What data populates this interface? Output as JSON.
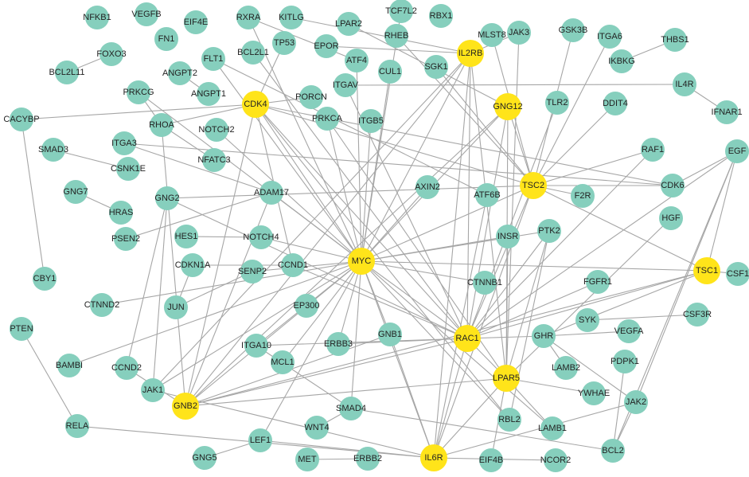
{
  "colors": {
    "normal_node": "#86cfbd",
    "hub_node": "#ffe41a",
    "edge": "#a6a6a6",
    "label": "#222222"
  },
  "nodes": [
    {
      "id": "NFKB1",
      "hub": false
    },
    {
      "id": "VEGFB",
      "hub": false
    },
    {
      "id": "EIF4E",
      "hub": false
    },
    {
      "id": "RXRA",
      "hub": false
    },
    {
      "id": "KITLG",
      "hub": false
    },
    {
      "id": "LPAR2",
      "hub": false
    },
    {
      "id": "TCF7L2",
      "hub": false
    },
    {
      "id": "RBX1",
      "hub": false
    },
    {
      "id": "FN1",
      "hub": false
    },
    {
      "id": "FOXO3",
      "hub": false
    },
    {
      "id": "BCL2L11",
      "hub": false
    },
    {
      "id": "TP53",
      "hub": false
    },
    {
      "id": "BCL2L1",
      "hub": false
    },
    {
      "id": "EPOR",
      "hub": false
    },
    {
      "id": "RHEB",
      "hub": false
    },
    {
      "id": "MLST8",
      "hub": false
    },
    {
      "id": "JAK3",
      "hub": false
    },
    {
      "id": "GSK3B",
      "hub": false
    },
    {
      "id": "ITGA6",
      "hub": false
    },
    {
      "id": "THBS1",
      "hub": false
    },
    {
      "id": "IL2RB",
      "hub": true
    },
    {
      "id": "ANGPT2",
      "hub": false
    },
    {
      "id": "FLT1",
      "hub": false
    },
    {
      "id": "ATF4",
      "hub": false
    },
    {
      "id": "CUL1",
      "hub": false
    },
    {
      "id": "SGK1",
      "hub": false
    },
    {
      "id": "IKBKG",
      "hub": false
    },
    {
      "id": "PRKCG",
      "hub": false
    },
    {
      "id": "ANGPT1",
      "hub": false
    },
    {
      "id": "CDK4",
      "hub": true
    },
    {
      "id": "PORCN",
      "hub": false
    },
    {
      "id": "ITGAV",
      "hub": false
    },
    {
      "id": "GNG12",
      "hub": true
    },
    {
      "id": "IL4R",
      "hub": false
    },
    {
      "id": "DDIT4",
      "hub": false
    },
    {
      "id": "TLR2",
      "hub": false
    },
    {
      "id": "IFNAR1",
      "hub": false
    },
    {
      "id": "CACYBP",
      "hub": false
    },
    {
      "id": "RHOA",
      "hub": false
    },
    {
      "id": "NOTCH2",
      "hub": false
    },
    {
      "id": "PRKCA",
      "hub": false
    },
    {
      "id": "ITGB5",
      "hub": false
    },
    {
      "id": "SMAD3",
      "hub": false
    },
    {
      "id": "CSNK1E",
      "hub": false
    },
    {
      "id": "ITGA3",
      "hub": false
    },
    {
      "id": "NFATC3",
      "hub": false
    },
    {
      "id": "RAF1",
      "hub": false
    },
    {
      "id": "EGF",
      "hub": false
    },
    {
      "id": "GNG7",
      "hub": false
    },
    {
      "id": "GNG2",
      "hub": false
    },
    {
      "id": "ADAM17",
      "hub": false
    },
    {
      "id": "AXIN2",
      "hub": false
    },
    {
      "id": "TSC2",
      "hub": true
    },
    {
      "id": "ATF6B",
      "hub": false
    },
    {
      "id": "F2R",
      "hub": false
    },
    {
      "id": "CDK6",
      "hub": false
    },
    {
      "id": "HRAS",
      "hub": false
    },
    {
      "id": "HGF",
      "hub": false
    },
    {
      "id": "PSEN2",
      "hub": false
    },
    {
      "id": "HES1",
      "hub": false
    },
    {
      "id": "NOTCH4",
      "hub": false
    },
    {
      "id": "PTK2",
      "hub": false
    },
    {
      "id": "INSR",
      "hub": false
    },
    {
      "id": "CDKN1A",
      "hub": false
    },
    {
      "id": "CCND1",
      "hub": false
    },
    {
      "id": "MYC",
      "hub": true
    },
    {
      "id": "SENP2",
      "hub": false
    },
    {
      "id": "TSC1",
      "hub": true
    },
    {
      "id": "CSF1",
      "hub": false
    },
    {
      "id": "CBY1",
      "hub": false
    },
    {
      "id": "CTNNB1",
      "hub": false
    },
    {
      "id": "FGFR1",
      "hub": false
    },
    {
      "id": "CTNND2",
      "hub": false
    },
    {
      "id": "JUN",
      "hub": false
    },
    {
      "id": "EP300",
      "hub": false
    },
    {
      "id": "SYK",
      "hub": false
    },
    {
      "id": "CSF3R",
      "hub": false
    },
    {
      "id": "PTEN",
      "hub": false
    },
    {
      "id": "VEGFA",
      "hub": false
    },
    {
      "id": "GNB1",
      "hub": false
    },
    {
      "id": "RAC1",
      "hub": true
    },
    {
      "id": "GHR",
      "hub": false
    },
    {
      "id": "ITGA10",
      "hub": false
    },
    {
      "id": "ERBB3",
      "hub": false
    },
    {
      "id": "BAMBI",
      "hub": false
    },
    {
      "id": "CCND2",
      "hub": false
    },
    {
      "id": "MCL1",
      "hub": false
    },
    {
      "id": "LAMB2",
      "hub": false
    },
    {
      "id": "PDPK1",
      "hub": false
    },
    {
      "id": "LPAR5",
      "hub": true
    },
    {
      "id": "JAK1",
      "hub": false
    },
    {
      "id": "YWHAE",
      "hub": false
    },
    {
      "id": "GNB2",
      "hub": true
    },
    {
      "id": "SMAD4",
      "hub": false
    },
    {
      "id": "JAK2",
      "hub": false
    },
    {
      "id": "RELA",
      "hub": false
    },
    {
      "id": "RBL2",
      "hub": false
    },
    {
      "id": "LAMB1",
      "hub": false
    },
    {
      "id": "WNT4",
      "hub": false
    },
    {
      "id": "LEF1",
      "hub": false
    },
    {
      "id": "BCL2",
      "hub": false
    },
    {
      "id": "GNG5",
      "hub": false
    },
    {
      "id": "MET",
      "hub": false
    },
    {
      "id": "ERBB2",
      "hub": false
    },
    {
      "id": "IL6R",
      "hub": true
    },
    {
      "id": "EIF4B",
      "hub": false
    },
    {
      "id": "NCOR2",
      "hub": false
    }
  ],
  "edges": [
    [
      "FOXO3",
      "BCL2L11"
    ],
    [
      "CACYBP",
      "CBY1"
    ],
    [
      "PTEN",
      "RELA"
    ],
    [
      "GNG7",
      "HRAS"
    ],
    [
      "SMAD3",
      "CSNK1E"
    ],
    [
      "IFNAR1",
      "IL4R"
    ],
    [
      "THBS1",
      "IKBKG"
    ],
    [
      "CSF1",
      "TSC1"
    ],
    [
      "CSF3R",
      "SYK"
    ],
    [
      "GHR",
      "VEGFA"
    ],
    [
      "RELA",
      "IL6R"
    ],
    [
      "MET",
      "ERBB2"
    ],
    [
      "IL6R",
      "NCOR2"
    ],
    [
      "TP53",
      "CDK4"
    ],
    [
      "CACYBP",
      "CDK4"
    ],
    [
      "ANGPT2",
      "ANGPT1"
    ],
    [
      "RHOA",
      "GNB2"
    ],
    [
      "RHOA",
      "CDK4"
    ],
    [
      "PRKCG",
      "RHOA"
    ],
    [
      "PRKCG",
      "MYC"
    ],
    [
      "ITGA3",
      "ADAM17"
    ],
    [
      "ITGA3",
      "CDK6"
    ],
    [
      "HES1",
      "NOTCH4"
    ],
    [
      "CDKN1A",
      "JUN"
    ],
    [
      "CDKN1A",
      "CCND1"
    ],
    [
      "FLT1",
      "MYC"
    ],
    [
      "FLT1",
      "ATF6B"
    ],
    [
      "KITLG",
      "IL2RB"
    ],
    [
      "RXRA",
      "ATF4"
    ],
    [
      "LPAR2",
      "GNG12"
    ],
    [
      "ATF4",
      "MYC"
    ],
    [
      "CUL1",
      "MYC"
    ],
    [
      "SGK1",
      "TSC2"
    ],
    [
      "ITGAV",
      "IL4R"
    ],
    [
      "ITGAV",
      "RAC1"
    ],
    [
      "DDIT4",
      "TSC2"
    ],
    [
      "TLR2",
      "RAC1"
    ],
    [
      "CDK4",
      "PORCN"
    ],
    [
      "CDK4",
      "MYC"
    ],
    [
      "CDK4",
      "RAC1"
    ],
    [
      "CDK4",
      "TSC2"
    ],
    [
      "CDK4",
      "CCND1"
    ],
    [
      "CDK4",
      "GNB2"
    ],
    [
      "CDK4",
      "CDK6"
    ],
    [
      "PRKCA",
      "MYC"
    ],
    [
      "ITGB5",
      "MYC"
    ],
    [
      "NOTCH2",
      "MYC"
    ],
    [
      "ADAM17",
      "MYC"
    ],
    [
      "ADAM17",
      "GNB2"
    ],
    [
      "GNG2",
      "RAC1"
    ],
    [
      "GNG2",
      "CCND2"
    ],
    [
      "GNG2",
      "TSC2"
    ],
    [
      "GNG2",
      "JAK1"
    ],
    [
      "PSEN2",
      "ADAM17"
    ],
    [
      "NOTCH4",
      "MYC"
    ],
    [
      "SENP2",
      "MYC"
    ],
    [
      "EP300",
      "MYC"
    ],
    [
      "CTNND2",
      "MYC"
    ],
    [
      "BAMBI",
      "MYC"
    ],
    [
      "ERBB3",
      "MYC"
    ],
    [
      "GNB1",
      "MYC"
    ],
    [
      "ITGA10",
      "MYC"
    ],
    [
      "MCL1",
      "MYC"
    ],
    [
      "JAK1",
      "MYC"
    ],
    [
      "SMAD4",
      "MYC"
    ],
    [
      "LEF1",
      "MYC"
    ],
    [
      "IL6R",
      "MYC"
    ],
    [
      "RBL2",
      "MYC"
    ],
    [
      "LAMB1",
      "MYC"
    ],
    [
      "CTNNB1",
      "MYC"
    ],
    [
      "INSR",
      "MYC"
    ],
    [
      "PTK2",
      "MYC"
    ],
    [
      "TSC1",
      "MYC"
    ],
    [
      "RAC1",
      "MYC"
    ],
    [
      "TSC2",
      "MYC"
    ],
    [
      "AXIN2",
      "MYC"
    ],
    [
      "IL2RB",
      "MYC"
    ],
    [
      "GNG12",
      "MYC"
    ],
    [
      "GNB2",
      "MYC"
    ],
    [
      "JAK3",
      "IL2RB"
    ],
    [
      "JAK3",
      "LPAR5"
    ],
    [
      "MLST8",
      "TSC2"
    ],
    [
      "IL2RB",
      "IL6R"
    ],
    [
      "IL2RB",
      "LPAR5"
    ],
    [
      "IL2RB",
      "RAC1"
    ],
    [
      "IL2RB",
      "GNB2"
    ],
    [
      "IL2RB",
      "JAK1"
    ],
    [
      "GNG12",
      "LPAR5"
    ],
    [
      "GNG12",
      "RAC1"
    ],
    [
      "GNG12",
      "GNB2"
    ],
    [
      "GNG12",
      "TSC2"
    ],
    [
      "TSC2",
      "TSC1"
    ],
    [
      "TSC2",
      "F2R"
    ],
    [
      "TSC2",
      "RAC1"
    ],
    [
      "TSC2",
      "IL6R"
    ],
    [
      "TSC2",
      "CDK6"
    ],
    [
      "EGF",
      "CDK6"
    ],
    [
      "EGF",
      "JAK2"
    ],
    [
      "EGF",
      "RAC1"
    ],
    [
      "EGF",
      "BCL2"
    ],
    [
      "EGF",
      "TSC1"
    ],
    [
      "RAF1",
      "TSC2"
    ],
    [
      "HGF",
      "LPAR5"
    ],
    [
      "PTK2",
      "RAC1"
    ],
    [
      "PTK2",
      "LPAR5"
    ],
    [
      "INSR",
      "LPAR5"
    ],
    [
      "RAC1",
      "GNB2"
    ],
    [
      "RAC1",
      "IL6R"
    ],
    [
      "RAC1",
      "LPAR5"
    ],
    [
      "RAC1",
      "TSC1"
    ],
    [
      "RAC1",
      "GHR"
    ],
    [
      "RAC1",
      "FGFR1"
    ],
    [
      "RAC1",
      "ITGA10"
    ],
    [
      "RAC1",
      "ERBB3"
    ],
    [
      "LPAR5",
      "GNB2"
    ],
    [
      "LPAR5",
      "IL6R"
    ],
    [
      "LPAR5",
      "LAMB1"
    ],
    [
      "GHR",
      "JAK2"
    ],
    [
      "GHR",
      "LAMB2"
    ],
    [
      "GHR",
      "TSC1"
    ],
    [
      "JAK2",
      "BCL2"
    ],
    [
      "SMAD4",
      "BCL2"
    ],
    [
      "LEF1",
      "GNG5"
    ],
    [
      "LEF1",
      "IL6R"
    ],
    [
      "WNT4",
      "SMAD4"
    ],
    [
      "GNB1",
      "IL6R"
    ],
    [
      "GNB1",
      "GNB2"
    ],
    [
      "CCND2",
      "GNB2"
    ],
    [
      "ITGA10",
      "SMAD4"
    ],
    [
      "TSC1",
      "GNB2"
    ],
    [
      "YWHAE",
      "LPAR5"
    ],
    [
      "EIF4B",
      "LPAR5"
    ],
    [
      "RBL2",
      "PTK2"
    ],
    [
      "PDPK1",
      "BCL2"
    ],
    [
      "IL6R",
      "JAK1"
    ],
    [
      "IL6R",
      "JAK2"
    ],
    [
      "NFATC3",
      "RHOA"
    ],
    [
      "BCL2L1",
      "RAC1"
    ],
    [
      "RHEB",
      "TSC2"
    ],
    [
      "ITGA6",
      "TSC2"
    ],
    [
      "GSK3B",
      "TSC2"
    ],
    [
      "RXRA",
      "MYC"
    ],
    [
      "EPOR",
      "IL2RB"
    ],
    [
      "TCF7L2",
      "MYC"
    ],
    [
      "CDK4",
      "RBL2"
    ],
    [
      "ATF6B",
      "IL6R"
    ],
    [
      "CCND1",
      "RAC1"
    ],
    [
      "JUN",
      "SENP2"
    ],
    [
      "RAF1",
      "RAC1"
    ],
    [
      "PRKCA",
      "LPAR5"
    ]
  ]
}
